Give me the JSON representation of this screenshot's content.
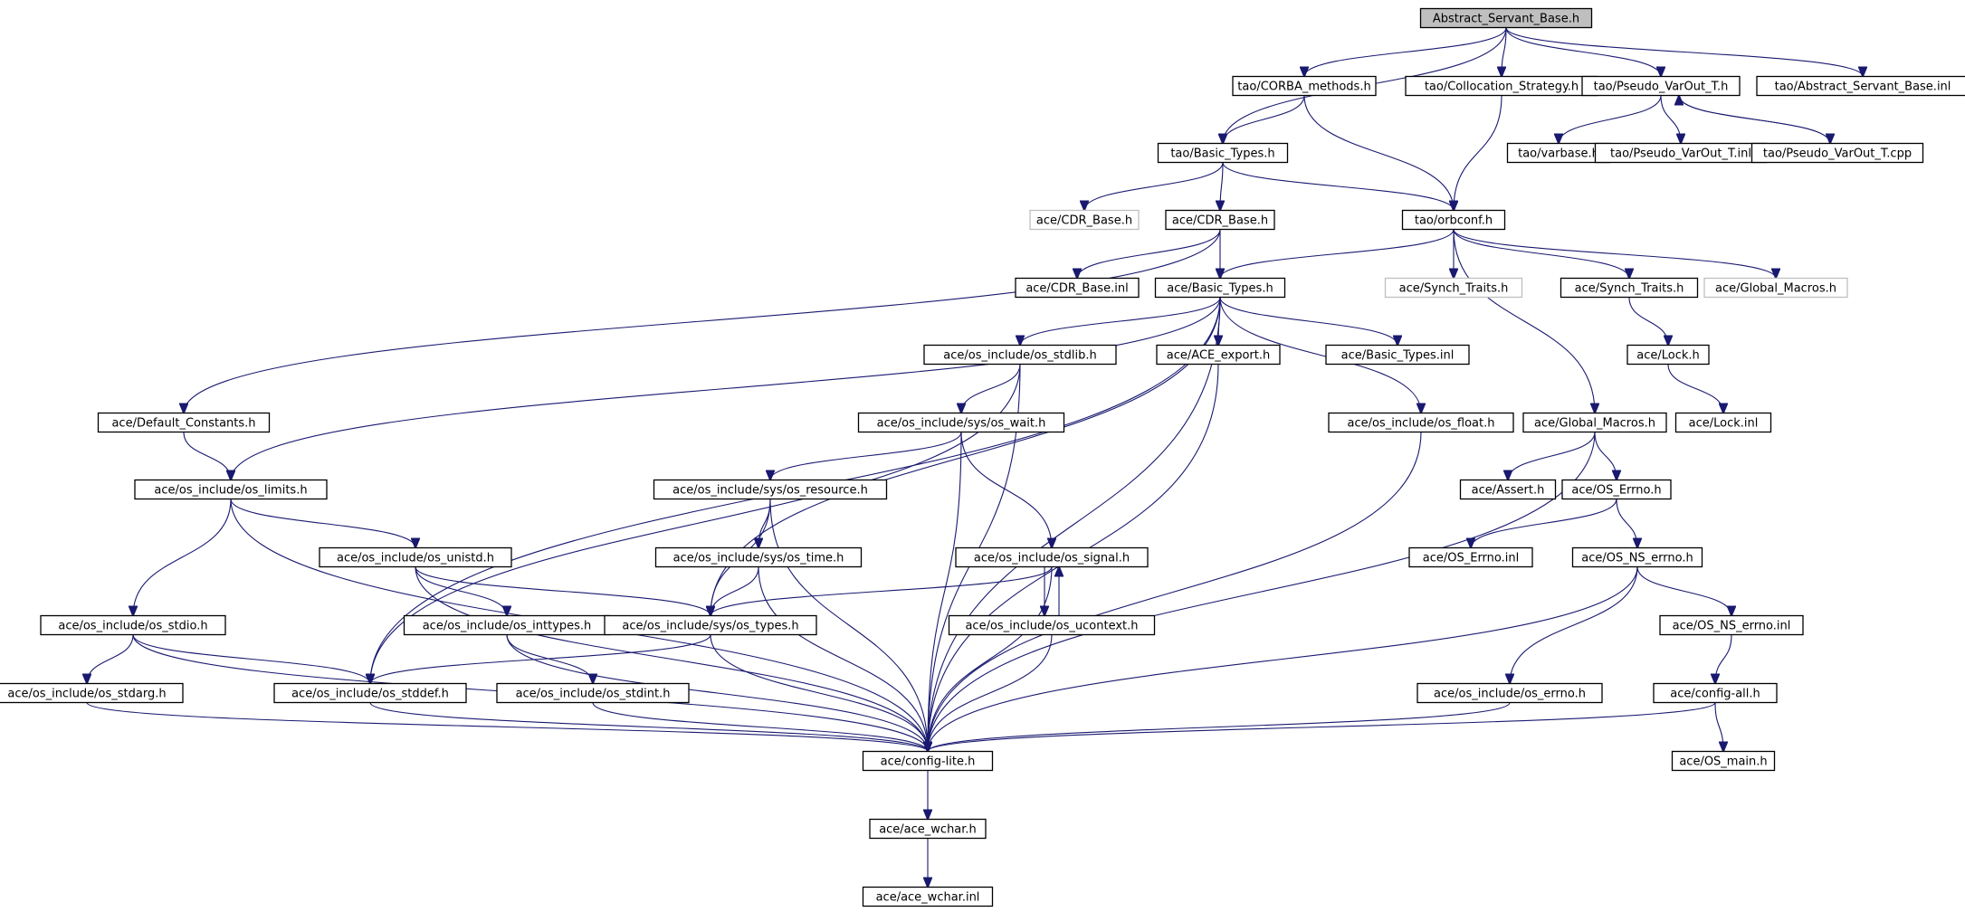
{
  "graph": {
    "edge_color": "#191970",
    "root_fill": "#bfbfbf",
    "missing_border": "#bfbfbf",
    "nodes": [
      {
        "id": "root",
        "label": "Abstract_Servant_Base.h",
        "kind": "root"
      },
      {
        "id": "tao_corba_methods",
        "label": "tao/CORBA_methods.h",
        "kind": "normal"
      },
      {
        "id": "tao_collocation",
        "label": "tao/Collocation_Strategy.h",
        "kind": "normal"
      },
      {
        "id": "tao_pseudo_varout",
        "label": "tao/Pseudo_VarOut_T.h",
        "kind": "normal"
      },
      {
        "id": "tao_abstract_inl",
        "label": "tao/Abstract_Servant_Base.inl",
        "kind": "normal"
      },
      {
        "id": "tao_basic_types",
        "label": "tao/Basic_Types.h",
        "kind": "normal"
      },
      {
        "id": "tao_varbase",
        "label": "tao/varbase.h",
        "kind": "normal"
      },
      {
        "id": "tao_pseudo_inl",
        "label": "tao/Pseudo_VarOut_T.inl",
        "kind": "normal"
      },
      {
        "id": "tao_pseudo_cpp",
        "label": "tao/Pseudo_VarOut_T.cpp",
        "kind": "normal"
      },
      {
        "id": "ace_cdr_base_h_missing",
        "label": "ace/CDR_Base.h",
        "kind": "missing"
      },
      {
        "id": "ace_cdr_base_h",
        "label": "ace/CDR_Base.h",
        "kind": "normal"
      },
      {
        "id": "tao_orbconf",
        "label": "tao/orbconf.h",
        "kind": "normal"
      },
      {
        "id": "ace_cdr_base_inl",
        "label": "ace/CDR_Base.inl",
        "kind": "normal"
      },
      {
        "id": "ace_basic_types",
        "label": "ace/Basic_Types.h",
        "kind": "normal"
      },
      {
        "id": "ace_synch_traits_missing",
        "label": "ace/Synch_Traits.h",
        "kind": "missing"
      },
      {
        "id": "ace_synch_traits",
        "label": "ace/Synch_Traits.h",
        "kind": "normal"
      },
      {
        "id": "ace_global_macros_missing",
        "label": "ace/Global_Macros.h",
        "kind": "missing"
      },
      {
        "id": "ace_os_stdlib",
        "label": "ace/os_include/os_stdlib.h",
        "kind": "normal"
      },
      {
        "id": "ace_ace_export",
        "label": "ace/ACE_export.h",
        "kind": "normal"
      },
      {
        "id": "ace_basic_types_inl",
        "label": "ace/Basic_Types.inl",
        "kind": "normal"
      },
      {
        "id": "ace_lock_h",
        "label": "ace/Lock.h",
        "kind": "normal"
      },
      {
        "id": "ace_default_constants",
        "label": "ace/Default_Constants.h",
        "kind": "normal"
      },
      {
        "id": "ace_os_wait",
        "label": "ace/os_include/sys/os_wait.h",
        "kind": "normal"
      },
      {
        "id": "ace_os_float",
        "label": "ace/os_include/os_float.h",
        "kind": "normal"
      },
      {
        "id": "ace_global_macros",
        "label": "ace/Global_Macros.h",
        "kind": "normal"
      },
      {
        "id": "ace_lock_inl",
        "label": "ace/Lock.inl",
        "kind": "normal"
      },
      {
        "id": "ace_os_limits",
        "label": "ace/os_include/os_limits.h",
        "kind": "normal"
      },
      {
        "id": "ace_os_resource",
        "label": "ace/os_include/sys/os_resource.h",
        "kind": "normal"
      },
      {
        "id": "ace_assert",
        "label": "ace/Assert.h",
        "kind": "normal"
      },
      {
        "id": "ace_os_errno_h",
        "label": "ace/OS_Errno.h",
        "kind": "normal"
      },
      {
        "id": "ace_os_unistd",
        "label": "ace/os_include/os_unistd.h",
        "kind": "normal"
      },
      {
        "id": "ace_os_time",
        "label": "ace/os_include/sys/os_time.h",
        "kind": "normal"
      },
      {
        "id": "ace_os_signal",
        "label": "ace/os_include/os_signal.h",
        "kind": "normal"
      },
      {
        "id": "ace_os_errno_inl",
        "label": "ace/OS_Errno.inl",
        "kind": "normal"
      },
      {
        "id": "ace_os_ns_errno",
        "label": "ace/OS_NS_errno.h",
        "kind": "normal"
      },
      {
        "id": "ace_os_stdio",
        "label": "ace/os_include/os_stdio.h",
        "kind": "normal"
      },
      {
        "id": "ace_os_inttypes",
        "label": "ace/os_include/os_inttypes.h",
        "kind": "normal"
      },
      {
        "id": "ace_os_types",
        "label": "ace/os_include/sys/os_types.h",
        "kind": "normal"
      },
      {
        "id": "ace_os_ucontext",
        "label": "ace/os_include/os_ucontext.h",
        "kind": "normal"
      },
      {
        "id": "ace_os_ns_errno_inl",
        "label": "ace/OS_NS_errno.inl",
        "kind": "normal"
      },
      {
        "id": "ace_os_stdarg",
        "label": "ace/os_include/os_stdarg.h",
        "kind": "normal"
      },
      {
        "id": "ace_os_stddef",
        "label": "ace/os_include/os_stddef.h",
        "kind": "normal"
      },
      {
        "id": "ace_os_stdint",
        "label": "ace/os_include/os_stdint.h",
        "kind": "normal"
      },
      {
        "id": "ace_os_errno_os",
        "label": "ace/os_include/os_errno.h",
        "kind": "normal"
      },
      {
        "id": "ace_config_all",
        "label": "ace/config-all.h",
        "kind": "normal"
      },
      {
        "id": "ace_config_lite",
        "label": "ace/config-lite.h",
        "kind": "normal"
      },
      {
        "id": "ace_os_main",
        "label": "ace/OS_main.h",
        "kind": "normal"
      },
      {
        "id": "ace_wchar_h",
        "label": "ace/ace_wchar.h",
        "kind": "normal"
      },
      {
        "id": "ace_wchar_inl",
        "label": "ace/ace_wchar.inl",
        "kind": "normal"
      }
    ],
    "edges": [
      [
        "root",
        "tao_basic_types"
      ],
      [
        "root",
        "tao_corba_methods"
      ],
      [
        "root",
        "tao_collocation"
      ],
      [
        "root",
        "tao_pseudo_varout"
      ],
      [
        "root",
        "tao_abstract_inl"
      ],
      [
        "tao_corba_methods",
        "tao_basic_types"
      ],
      [
        "tao_corba_methods",
        "tao_orbconf"
      ],
      [
        "tao_collocation",
        "tao_orbconf"
      ],
      [
        "tao_pseudo_varout",
        "tao_varbase"
      ],
      [
        "tao_pseudo_varout",
        "tao_pseudo_inl"
      ],
      [
        "tao_pseudo_varout",
        "tao_pseudo_cpp"
      ],
      [
        "tao_pseudo_cpp",
        "tao_pseudo_varout"
      ],
      [
        "tao_basic_types",
        "ace_cdr_base_h_missing"
      ],
      [
        "tao_basic_types",
        "ace_cdr_base_h"
      ],
      [
        "tao_basic_types",
        "tao_orbconf"
      ],
      [
        "ace_cdr_base_h",
        "ace_cdr_base_inl"
      ],
      [
        "ace_cdr_base_h",
        "ace_basic_types"
      ],
      [
        "ace_cdr_base_h",
        "ace_default_constants"
      ],
      [
        "tao_orbconf",
        "ace_basic_types"
      ],
      [
        "tao_orbconf",
        "ace_synch_traits_missing"
      ],
      [
        "tao_orbconf",
        "ace_synch_traits"
      ],
      [
        "tao_orbconf",
        "ace_global_macros_missing"
      ],
      [
        "tao_orbconf",
        "ace_global_macros"
      ],
      [
        "ace_synch_traits",
        "ace_lock_h"
      ],
      [
        "ace_lock_h",
        "ace_lock_inl"
      ],
      [
        "ace_basic_types",
        "ace_os_stdlib"
      ],
      [
        "ace_basic_types",
        "ace_ace_export"
      ],
      [
        "ace_basic_types",
        "ace_basic_types_inl"
      ],
      [
        "ace_basic_types",
        "ace_os_float"
      ],
      [
        "ace_basic_types",
        "ace_os_limits"
      ],
      [
        "ace_basic_types",
        "ace_os_stddef"
      ],
      [
        "ace_basic_types",
        "ace_os_types"
      ],
      [
        "ace_basic_types",
        "ace_config_lite"
      ],
      [
        "ace_os_stdlib",
        "ace_os_wait"
      ],
      [
        "ace_os_stdlib",
        "ace_os_stddef"
      ],
      [
        "ace_os_stdlib",
        "ace_config_lite"
      ],
      [
        "ace_ace_export",
        "ace_config_lite"
      ],
      [
        "ace_os_float",
        "ace_config_lite"
      ],
      [
        "ace_default_constants",
        "ace_os_limits"
      ],
      [
        "ace_os_limits",
        "ace_os_unistd"
      ],
      [
        "ace_os_limits",
        "ace_os_stdio"
      ],
      [
        "ace_os_limits",
        "ace_config_lite"
      ],
      [
        "ace_os_wait",
        "ace_os_resource"
      ],
      [
        "ace_os_wait",
        "ace_os_signal"
      ],
      [
        "ace_os_wait",
        "ace_config_lite"
      ],
      [
        "ace_os_resource",
        "ace_os_time"
      ],
      [
        "ace_os_resource",
        "ace_os_types"
      ],
      [
        "ace_os_resource",
        "ace_config_lite"
      ],
      [
        "ace_os_time",
        "ace_os_types"
      ],
      [
        "ace_os_time",
        "ace_config_lite"
      ],
      [
        "ace_os_signal",
        "ace_os_types"
      ],
      [
        "ace_os_signal",
        "ace_os_ucontext"
      ],
      [
        "ace_os_signal",
        "ace_config_lite"
      ],
      [
        "ace_os_ucontext",
        "ace_os_signal"
      ],
      [
        "ace_os_ucontext",
        "ace_config_lite"
      ],
      [
        "ace_os_unistd",
        "ace_os_inttypes"
      ],
      [
        "ace_os_unistd",
        "ace_os_types"
      ],
      [
        "ace_os_unistd",
        "ace_config_lite"
      ],
      [
        "ace_os_inttypes",
        "ace_os_stdint"
      ],
      [
        "ace_os_inttypes",
        "ace_config_lite"
      ],
      [
        "ace_os_types",
        "ace_os_stddef"
      ],
      [
        "ace_os_types",
        "ace_config_lite"
      ],
      [
        "ace_os_stdio",
        "ace_os_stdarg"
      ],
      [
        "ace_os_stdio",
        "ace_os_stddef"
      ],
      [
        "ace_os_stdio",
        "ace_config_lite"
      ],
      [
        "ace_os_stdarg",
        "ace_config_lite"
      ],
      [
        "ace_os_stddef",
        "ace_config_lite"
      ],
      [
        "ace_os_stdint",
        "ace_config_lite"
      ],
      [
        "ace_global_macros",
        "ace_assert"
      ],
      [
        "ace_global_macros",
        "ace_os_errno_h"
      ],
      [
        "ace_global_macros",
        "ace_config_lite"
      ],
      [
        "ace_os_errno_h",
        "ace_os_errno_inl"
      ],
      [
        "ace_os_errno_h",
        "ace_os_ns_errno"
      ],
      [
        "ace_os_ns_errno",
        "ace_os_ns_errno_inl"
      ],
      [
        "ace_os_ns_errno",
        "ace_os_errno_os"
      ],
      [
        "ace_os_ns_errno",
        "ace_config_lite"
      ],
      [
        "ace_os_ns_errno_inl",
        "ace_config_all"
      ],
      [
        "ace_os_errno_os",
        "ace_config_lite"
      ],
      [
        "ace_config_all",
        "ace_os_main"
      ],
      [
        "ace_config_all",
        "ace_config_lite"
      ],
      [
        "ace_config_lite",
        "ace_wchar_h"
      ],
      [
        "ace_wchar_h",
        "ace_wchar_inl"
      ]
    ]
  }
}
